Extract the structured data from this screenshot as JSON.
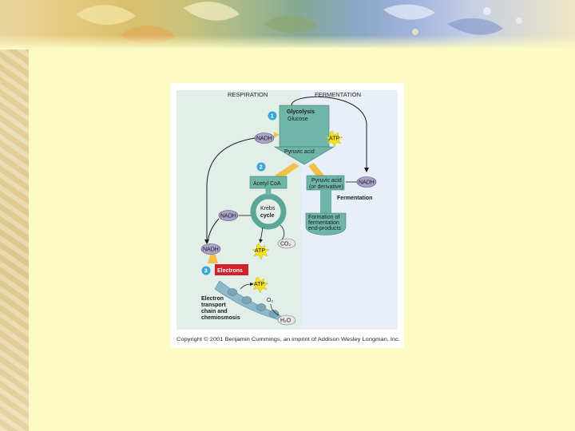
{
  "colors": {
    "slide_background": "#fdfbc4",
    "respiration_panel": "#e2efe9",
    "fermentation_panel": "#e8eff8",
    "process_box": "#6fb6a8",
    "nadh_oval": "#a9a3c9",
    "atp_star": "#f6e21a",
    "arrow_yellow": "#f2c04a",
    "electrons_box": "#d4202c"
  },
  "figure": {
    "header_respiration": "RESPIRATION",
    "header_fermentation": "FERMENTATION",
    "step1": "1",
    "step2": "2",
    "step3": "3",
    "glycolysis": "Glycolysis",
    "glucose": "Glucose",
    "nadh_glycolysis": "NADH",
    "atp_glycolysis": "ATP",
    "pyruvic_acid": "Pyruvic acid",
    "acetyl_coa": "Acetyl CoA",
    "pyruvic_derivative_line1": "Pyruvic acid",
    "pyruvic_derivative_line2": "(or derivative)",
    "nadh_fermentation": "NADH",
    "fermentation": "Fermentation",
    "nadh_krebs": "NADH",
    "krebs_line1": "Krebs",
    "krebs_line2": "cycle",
    "formation_line1": "Formation of",
    "formation_line2": "fermentation",
    "formation_line3": "end-products",
    "co2": "CO₂",
    "atp_krebs": "ATP",
    "nadh_electrons": "NADH",
    "electrons": "Electrons",
    "atp_etc": "ATP",
    "o2": "O₂",
    "etc_line1": "Electron",
    "etc_line2": "transport",
    "etc_line3": "chain and",
    "etc_line4": "chemiosmosis",
    "h2o": "H₂O",
    "copyright": "Copyright © 2001 Benjamin Cummings, an imprint of Addison Wesley Longman, Inc."
  }
}
